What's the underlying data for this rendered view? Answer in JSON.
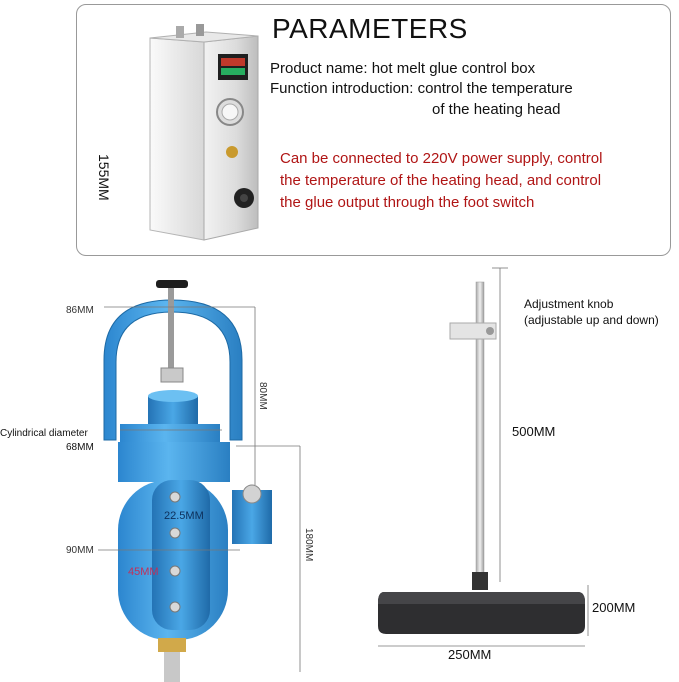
{
  "parameters": {
    "title": "PARAMETERS",
    "product_name": "Product name: hot melt glue control box",
    "function_line1": "Function introduction: control the temperature",
    "function_line2": "of the heating head",
    "description": "Can be connected to 220V power supply, control the temperature of the heating head, and control the glue output through the foot switch",
    "box_height": "155MM"
  },
  "head_dims": {
    "top_width": "86MM",
    "upper_height": "80MM",
    "cylindrical_label": "Cylindrical diameter",
    "cylindrical_value": "68MM",
    "hole_spacing": "22.5MM",
    "hole_span": "45MM",
    "lower_width": "90MM",
    "total_height": "180MM"
  },
  "stand_dims": {
    "knob_label": "Adjustment knob",
    "knob_note": "(adjustable up and down)",
    "rod_height": "500MM",
    "base_depth": "200MM",
    "base_width": "250MM"
  },
  "colors": {
    "accent_red": "#b01515",
    "head_blue": "#3d9fe0",
    "base_dark": "#2e2e30"
  }
}
